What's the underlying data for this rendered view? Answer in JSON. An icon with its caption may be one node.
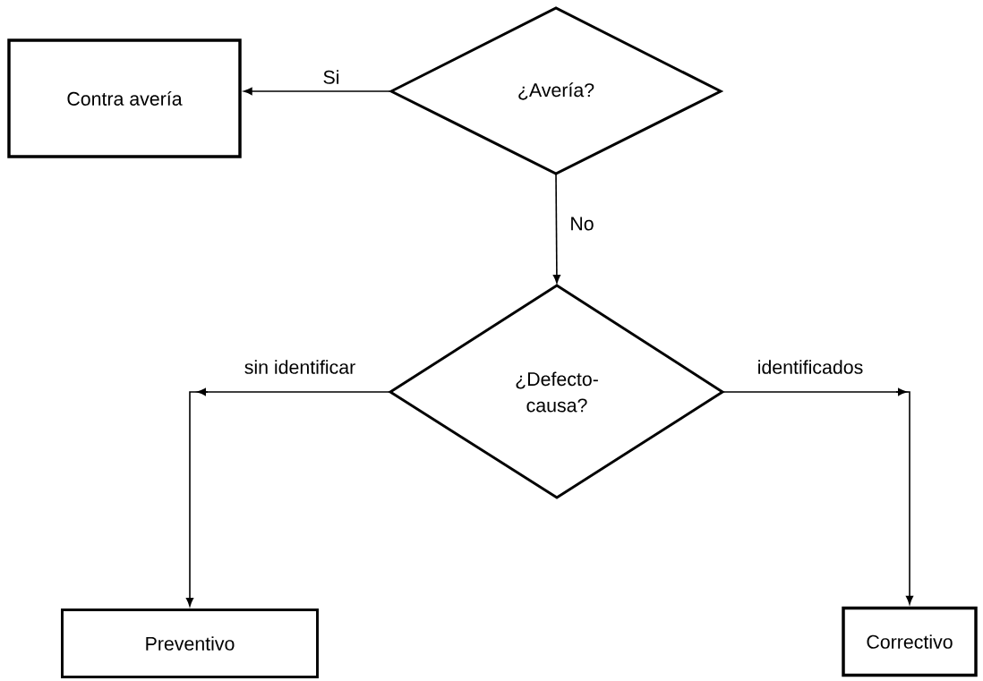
{
  "diagram": {
    "nodes": [
      {
        "text": [
          "Contra avería"
        ]
      },
      {
        "text": [
          "¿Avería?"
        ]
      },
      {
        "text": [
          "¿Defecto- causa?"
        ]
      },
      {
        "text": [
          "Preventivo"
        ]
      },
      {
        "text": [
          "Correctivo"
        ]
      }
    ],
    "edges": [
      {
        "from": 1,
        "to": 0,
        "arrow": "to",
        "label": "Si"
      },
      {
        "from": 1,
        "to": 2,
        "arrow": "to",
        "label": "No"
      },
      {
        "from": 2,
        "to": 3,
        "arrow": "to",
        "label": "sin identificar"
      },
      {
        "from": 2,
        "to": 4,
        "arrow": "to",
        "label": "identificados"
      }
    ]
  }
}
